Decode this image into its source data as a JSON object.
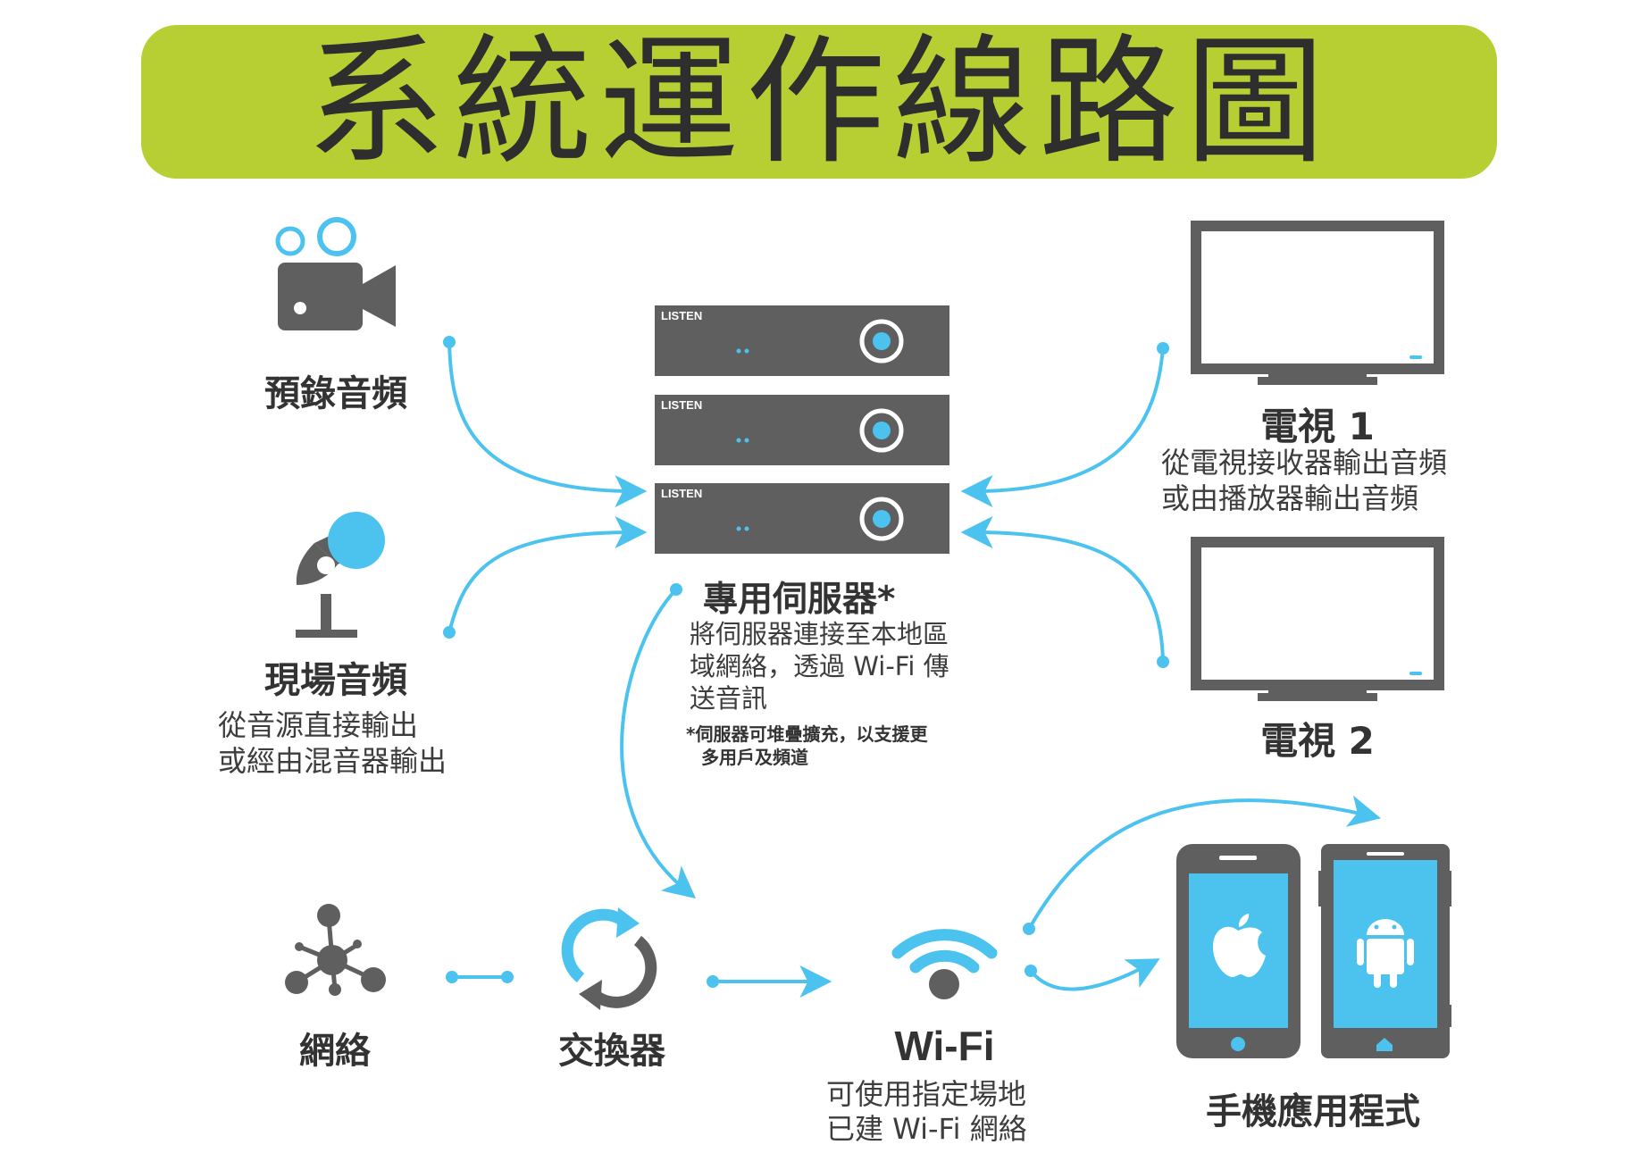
{
  "title": "系統運作線路圖",
  "colors": {
    "title_banner": "#b8cf33",
    "accent_blue": "#4cc3ef",
    "icon_gray": "#5f5f5f"
  },
  "sources": {
    "prerecorded": {
      "label": "預錄音頻",
      "icon": "video-camera-icon"
    },
    "live": {
      "label": "現場音頻",
      "desc_line1": "從音源直接輸出",
      "desc_line2": "或經由混音器輸出",
      "icon": "microphone-icon"
    }
  },
  "server": {
    "label": "專用伺服器*",
    "desc_line1": "將伺服器連接至本地區",
    "desc_line2": "域網絡，透過 Wi-Fi 傳",
    "desc_line3": "送音訊",
    "note_line1": "*伺服器可堆疊擴充，以支援更",
    "note_line2": "多用戶及頻道",
    "brand": "LISTEN"
  },
  "tv1": {
    "label": "電視 1",
    "desc_line1": "從電視接收器輸出音頻",
    "desc_line2": "或由播放器輸出音頻",
    "icon": "television-icon"
  },
  "tv2": {
    "label": "電視 2",
    "icon": "television-icon"
  },
  "network": {
    "label": "網絡",
    "icon": "network-hub-icon"
  },
  "switch": {
    "label": "交換器",
    "icon": "refresh-cycle-icon"
  },
  "wifi": {
    "label": "Wi-Fi",
    "desc_line1": "可使用指定場地",
    "desc_line2": "已建 Wi-Fi 網絡",
    "icon": "wifi-icon"
  },
  "mobile": {
    "label": "手機應用程式",
    "icons": [
      "apple-logo-icon",
      "android-logo-icon"
    ]
  }
}
